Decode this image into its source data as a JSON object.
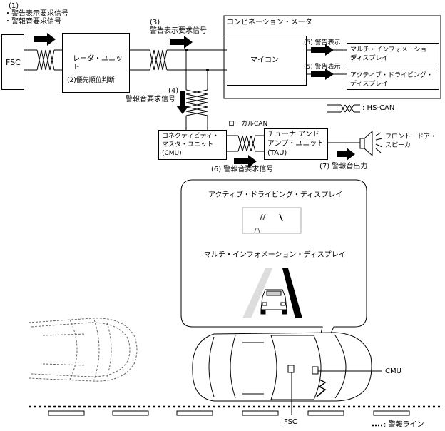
{
  "legend_top": {
    "n1": "(1)",
    "b1": "・警告表示要求信号",
    "b2": "・警報音要求信号"
  },
  "fsc_box": "FSC",
  "radar": {
    "name": "レーダ・ユニット",
    "sub": "(2)優先順位判断"
  },
  "sig3": {
    "num": "(3)",
    "text": "警告表示要求信号"
  },
  "combo": {
    "title": "コンビネーション・メータ",
    "micon": "マイコン"
  },
  "sig5a": "(5) 警告表示",
  "sig5b": "(5) 警告表示",
  "mid": {
    "line1": "マルチ・インフォメーション・",
    "line2": "ディスプレイ"
  },
  "add": {
    "line1": "アクティブ・ドライビング・",
    "line2": "ディスプレイ"
  },
  "hscan": ": HS-CAN",
  "sig4": {
    "num": "(4)",
    "text": "警報音要求信号"
  },
  "cmu": {
    "line1": "コネクティビティ・",
    "line2": "マスタ・ユニット",
    "line3": "(CMU)"
  },
  "localcan": "ローカルCAN",
  "tau": {
    "line1": "チューナ アンド",
    "line2": "アンプ・ユニット",
    "line3": "(TAU)"
  },
  "speaker": {
    "line1": "フロント・ドア・",
    "line2": "スピーカ"
  },
  "sig6": "(6) 警報音要求信号",
  "sig7": "(7) 警報音出力",
  "bubble": {
    "add_title": "アクティブ・ドライビング・ディスプレイ",
    "mid_title": "マルチ・インフォメーション・ディスプレイ"
  },
  "label_cmu": "CMU",
  "label_fsc": "FSC",
  "alarm_line": ": 警報ライン"
}
